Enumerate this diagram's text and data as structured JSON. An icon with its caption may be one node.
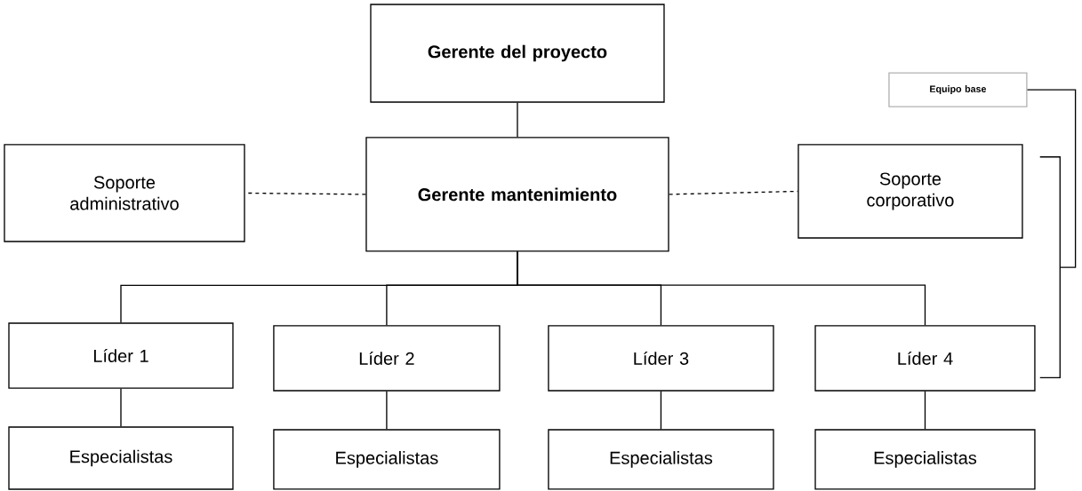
{
  "diagram": {
    "nodes": [
      {
        "text": [
          "Gerente del proyecto"
        ]
      },
      {
        "text": [
          "Soporte administrativo"
        ]
      },
      {
        "text": [
          "Gerente mantenimiento"
        ]
      },
      {
        "text": [
          "Soporte corporativo"
        ]
      },
      {
        "text": [
          "Equipo base"
        ]
      },
      {
        "text": [
          "Líder 1"
        ]
      },
      {
        "text": [
          "Líder 2"
        ]
      },
      {
        "text": [
          "Líder 3"
        ]
      },
      {
        "text": [
          "Líder 4"
        ]
      },
      {
        "text": [
          "Especialistas"
        ]
      },
      {
        "text": [
          "Especialistas"
        ]
      },
      {
        "text": [
          "Especialistas"
        ]
      },
      {
        "text": [
          "Especialistas"
        ]
      },
      {
        "text": [],
        "shape": "bracket"
      }
    ],
    "edges": [
      {
        "from": 0,
        "to": 2,
        "arrow": "none"
      },
      {
        "from": 2,
        "to": 1,
        "arrow": "none",
        "style": "dashed"
      },
      {
        "from": 2,
        "to": 3,
        "arrow": "none",
        "style": "dashed"
      },
      {
        "from": 2,
        "to": 5,
        "arrow": "none"
      },
      {
        "from": 2,
        "to": 6,
        "arrow": "none"
      },
      {
        "from": 2,
        "to": 7,
        "arrow": "none"
      },
      {
        "from": 2,
        "to": 8,
        "arrow": "none"
      },
      {
        "from": 5,
        "to": 9,
        "arrow": "none"
      },
      {
        "from": 6,
        "to": 10,
        "arrow": "none"
      },
      {
        "from": 7,
        "to": 11,
        "arrow": "none"
      },
      {
        "from": 8,
        "to": 12,
        "arrow": "none"
      },
      {
        "from": 4,
        "to": 13,
        "arrow": "none"
      }
    ]
  }
}
